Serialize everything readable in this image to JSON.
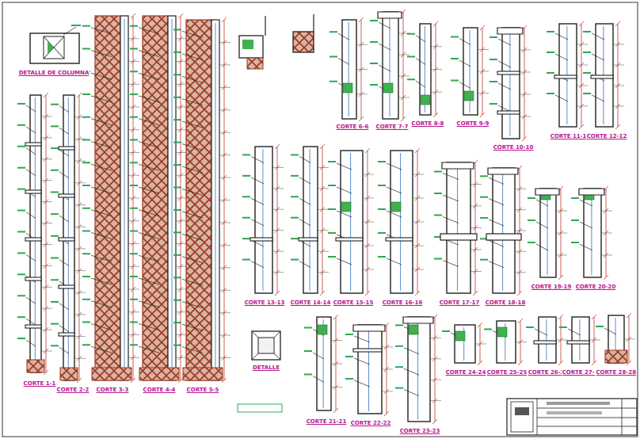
{
  "diagram": {
    "labels": [
      "DETALLE DE COLUMNA",
      "CORTE 1-1",
      "CORTE 2-2",
      "CORTE 3-3",
      "CORTE 4-4",
      "CORTE 5-5",
      "CORTE 6-6",
      "CORTE 7-7",
      "CORTE 8-8",
      "CORTE 9-9",
      "CORTE 10-10",
      "CORTE 11-11",
      "CORTE 12-12",
      "CORTE 13-13",
      "CORTE 14-14",
      "CORTE 15-15",
      "CORTE 16-16",
      "CORTE 17-17",
      "CORTE 18-18",
      "CORTE 19-19",
      "CORTE 20-20",
      "DETALLE",
      "CORTE 21-21",
      "CORTE 22-22",
      "CORTE 23-23",
      "CORTE 24-24",
      "CORTE 25-25",
      "CORTE 26-26",
      "CORTE 27-27",
      "CORTE 28-28"
    ]
  }
}
